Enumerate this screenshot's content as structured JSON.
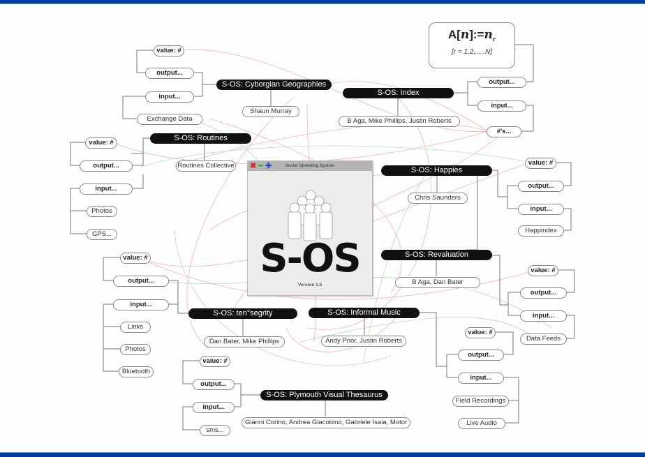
{
  "window": {
    "title": "Social Operating System",
    "logo": "S-OS",
    "version": "Version 1.5",
    "controls": {
      "close": "✖",
      "minimize": "━",
      "maximize": "✚"
    },
    "icon": "people-group-icon"
  },
  "formula": {
    "line1_prefix": "A[",
    "line1_var": "n",
    "line1_mid": "]:=",
    "line1_rhs": "n",
    "line1_sub": "r",
    "line2": "[r = 1,2,.....N]"
  },
  "hubs": {
    "cyborgian": "S-OS: Cyborgian Geographies",
    "index": "S-OS: Index",
    "routines": "S-OS: Routines",
    "happies": "S-OS: Happies",
    "revaluation": "S-OS: Revaluation",
    "tensegrity": "S-OS: ten°segrity",
    "informal": "S-OS: Informal Music",
    "plymouth": "S-OS: Plymouth Visual Thesaurus"
  },
  "people": {
    "cyborgian": "Shaun Murray",
    "index": "B Aga, Mike Phillips, Justin Roberts",
    "routines": "Routines Collective",
    "happies": "Chris Saunders",
    "revaluation": "B Aga, Dan Bater",
    "tensegrity": "Dan Bater, Mike Phillips",
    "informal": "Andy Prior, Justin Roberts",
    "plymouth": "Gianni Corino, Andrea Giacobino, Gabriele Isaia, Motor"
  },
  "labels": {
    "value": "value: #",
    "output": "output...",
    "input": "input...",
    "hashes": "#'s..."
  },
  "inputs": {
    "cyborgian": [
      "Exchange Data"
    ],
    "routines": [
      "Photos",
      "GPS..."
    ],
    "happies": [
      "Happindex"
    ],
    "revaluation": [
      "Data Feeds"
    ],
    "tensegrity": [
      "Links",
      "Photos",
      "Bluetooth"
    ],
    "informal": [
      "Field Recordings",
      "Live Audio"
    ],
    "plymouth": [
      "sms..."
    ]
  },
  "colors": {
    "frame": "#003fa0",
    "hub": "#111111",
    "link_red": "#f0a0a0",
    "link_green": "#a8d8a8"
  }
}
